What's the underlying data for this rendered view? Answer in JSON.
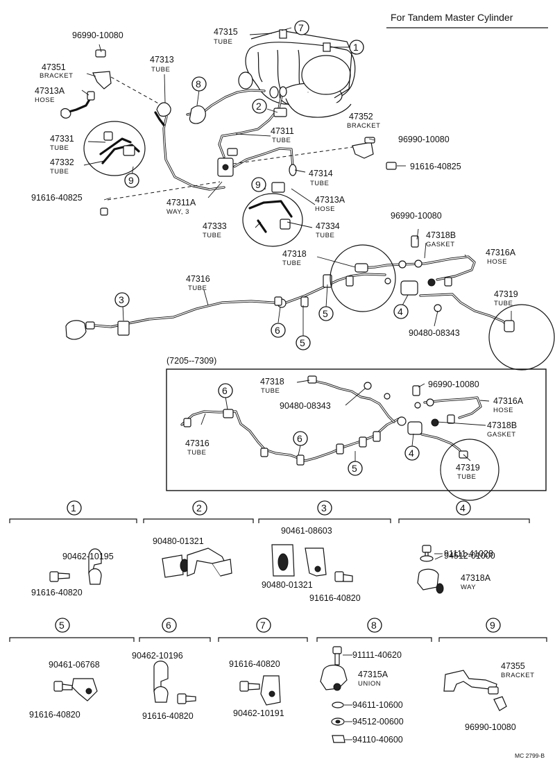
{
  "title": "For Tandem Master Cylinder",
  "code": "MC 2799-B",
  "variant": "(7205--7309)",
  "main_labels": {
    "l96990_top": "96990-10080",
    "l47315": "47315",
    "l47315_d": "TUBE",
    "l47351": "47351",
    "l47351_d": "BRACKET",
    "l47313": "47313",
    "l47313_d": "TUBE",
    "l47313A_top": "47313A",
    "l47313A_top_d": "HOSE",
    "l47331": "47331",
    "l47331_d": "TUBE",
    "l47332": "47332",
    "l47332_d": "TUBE",
    "l91616_left": "91616-40825",
    "l47311": "47311",
    "l47311_d": "TUBE",
    "l47352": "47352",
    "l47352_d": "BRACKET",
    "l96990_right": "96990-10080",
    "l91616_right": "91616-40825",
    "l47314": "47314",
    "l47314_d": "TUBE",
    "l47313A_mid": "47313A",
    "l47313A_mid_d": "HOSE",
    "l47311A": "47311A",
    "l47311A_d": "WAY, 3",
    "l47333": "47333",
    "l47333_d": "TUBE",
    "l47334": "47334",
    "l47334_d": "TUBE",
    "l96990_mid": "96990-10080",
    "l47318B": "47318B",
    "l47318B_d": "GASKET",
    "l47316A": "47316A",
    "l47316A_d": "HOSE",
    "l47318": "47318",
    "l47318_d": "TUBE",
    "l47316": "47316",
    "l47316_d": "TUBE",
    "l47319": "47319",
    "l47319_d": "TUBE",
    "l90480_mid": "90480-08343"
  },
  "inset_labels": {
    "i47318": "47318",
    "i47318_d": "TUBE",
    "i96990": "96990-10080",
    "i90480": "90480-08343",
    "i47316A": "47316A",
    "i47316A_d": "HOSE",
    "i47318B": "47318B",
    "i47318B_d": "GASKET",
    "i47316": "47316",
    "i47316_d": "TUBE",
    "i47319": "47319",
    "i47319_d": "TUBE"
  },
  "callouts": {
    "c1": "1",
    "c2": "2",
    "c3": "3",
    "c4": "4",
    "c5": "5",
    "c6": "6",
    "c7": "7",
    "c8": "8",
    "c9": "9"
  },
  "detail_groups": [
    {
      "id": "1",
      "labels": [
        "90462-10195",
        "91616-40820"
      ]
    },
    {
      "id": "2",
      "labels": [
        "90480-01321"
      ]
    },
    {
      "id": "3",
      "labels": [
        "90461-08603",
        "90480-01321",
        "91616-40820"
      ]
    },
    {
      "id": "4",
      "labels": [
        "91111-41028",
        "94512-01000",
        "47318A",
        "WAY"
      ]
    },
    {
      "id": "5",
      "labels": [
        "90461-06768",
        "91616-40820"
      ]
    },
    {
      "id": "6",
      "labels": [
        "90462-10196",
        "91616-40820"
      ]
    },
    {
      "id": "7",
      "labels": [
        "91616-40820",
        "90462-10191"
      ]
    },
    {
      "id": "8",
      "labels": [
        "91111-40620",
        "47315A",
        "UNION",
        "94611-10600",
        "94512-00600",
        "94110-40600"
      ]
    },
    {
      "id": "9",
      "labels": [
        "47355",
        "BRACKET",
        "96990-10080"
      ]
    }
  ]
}
